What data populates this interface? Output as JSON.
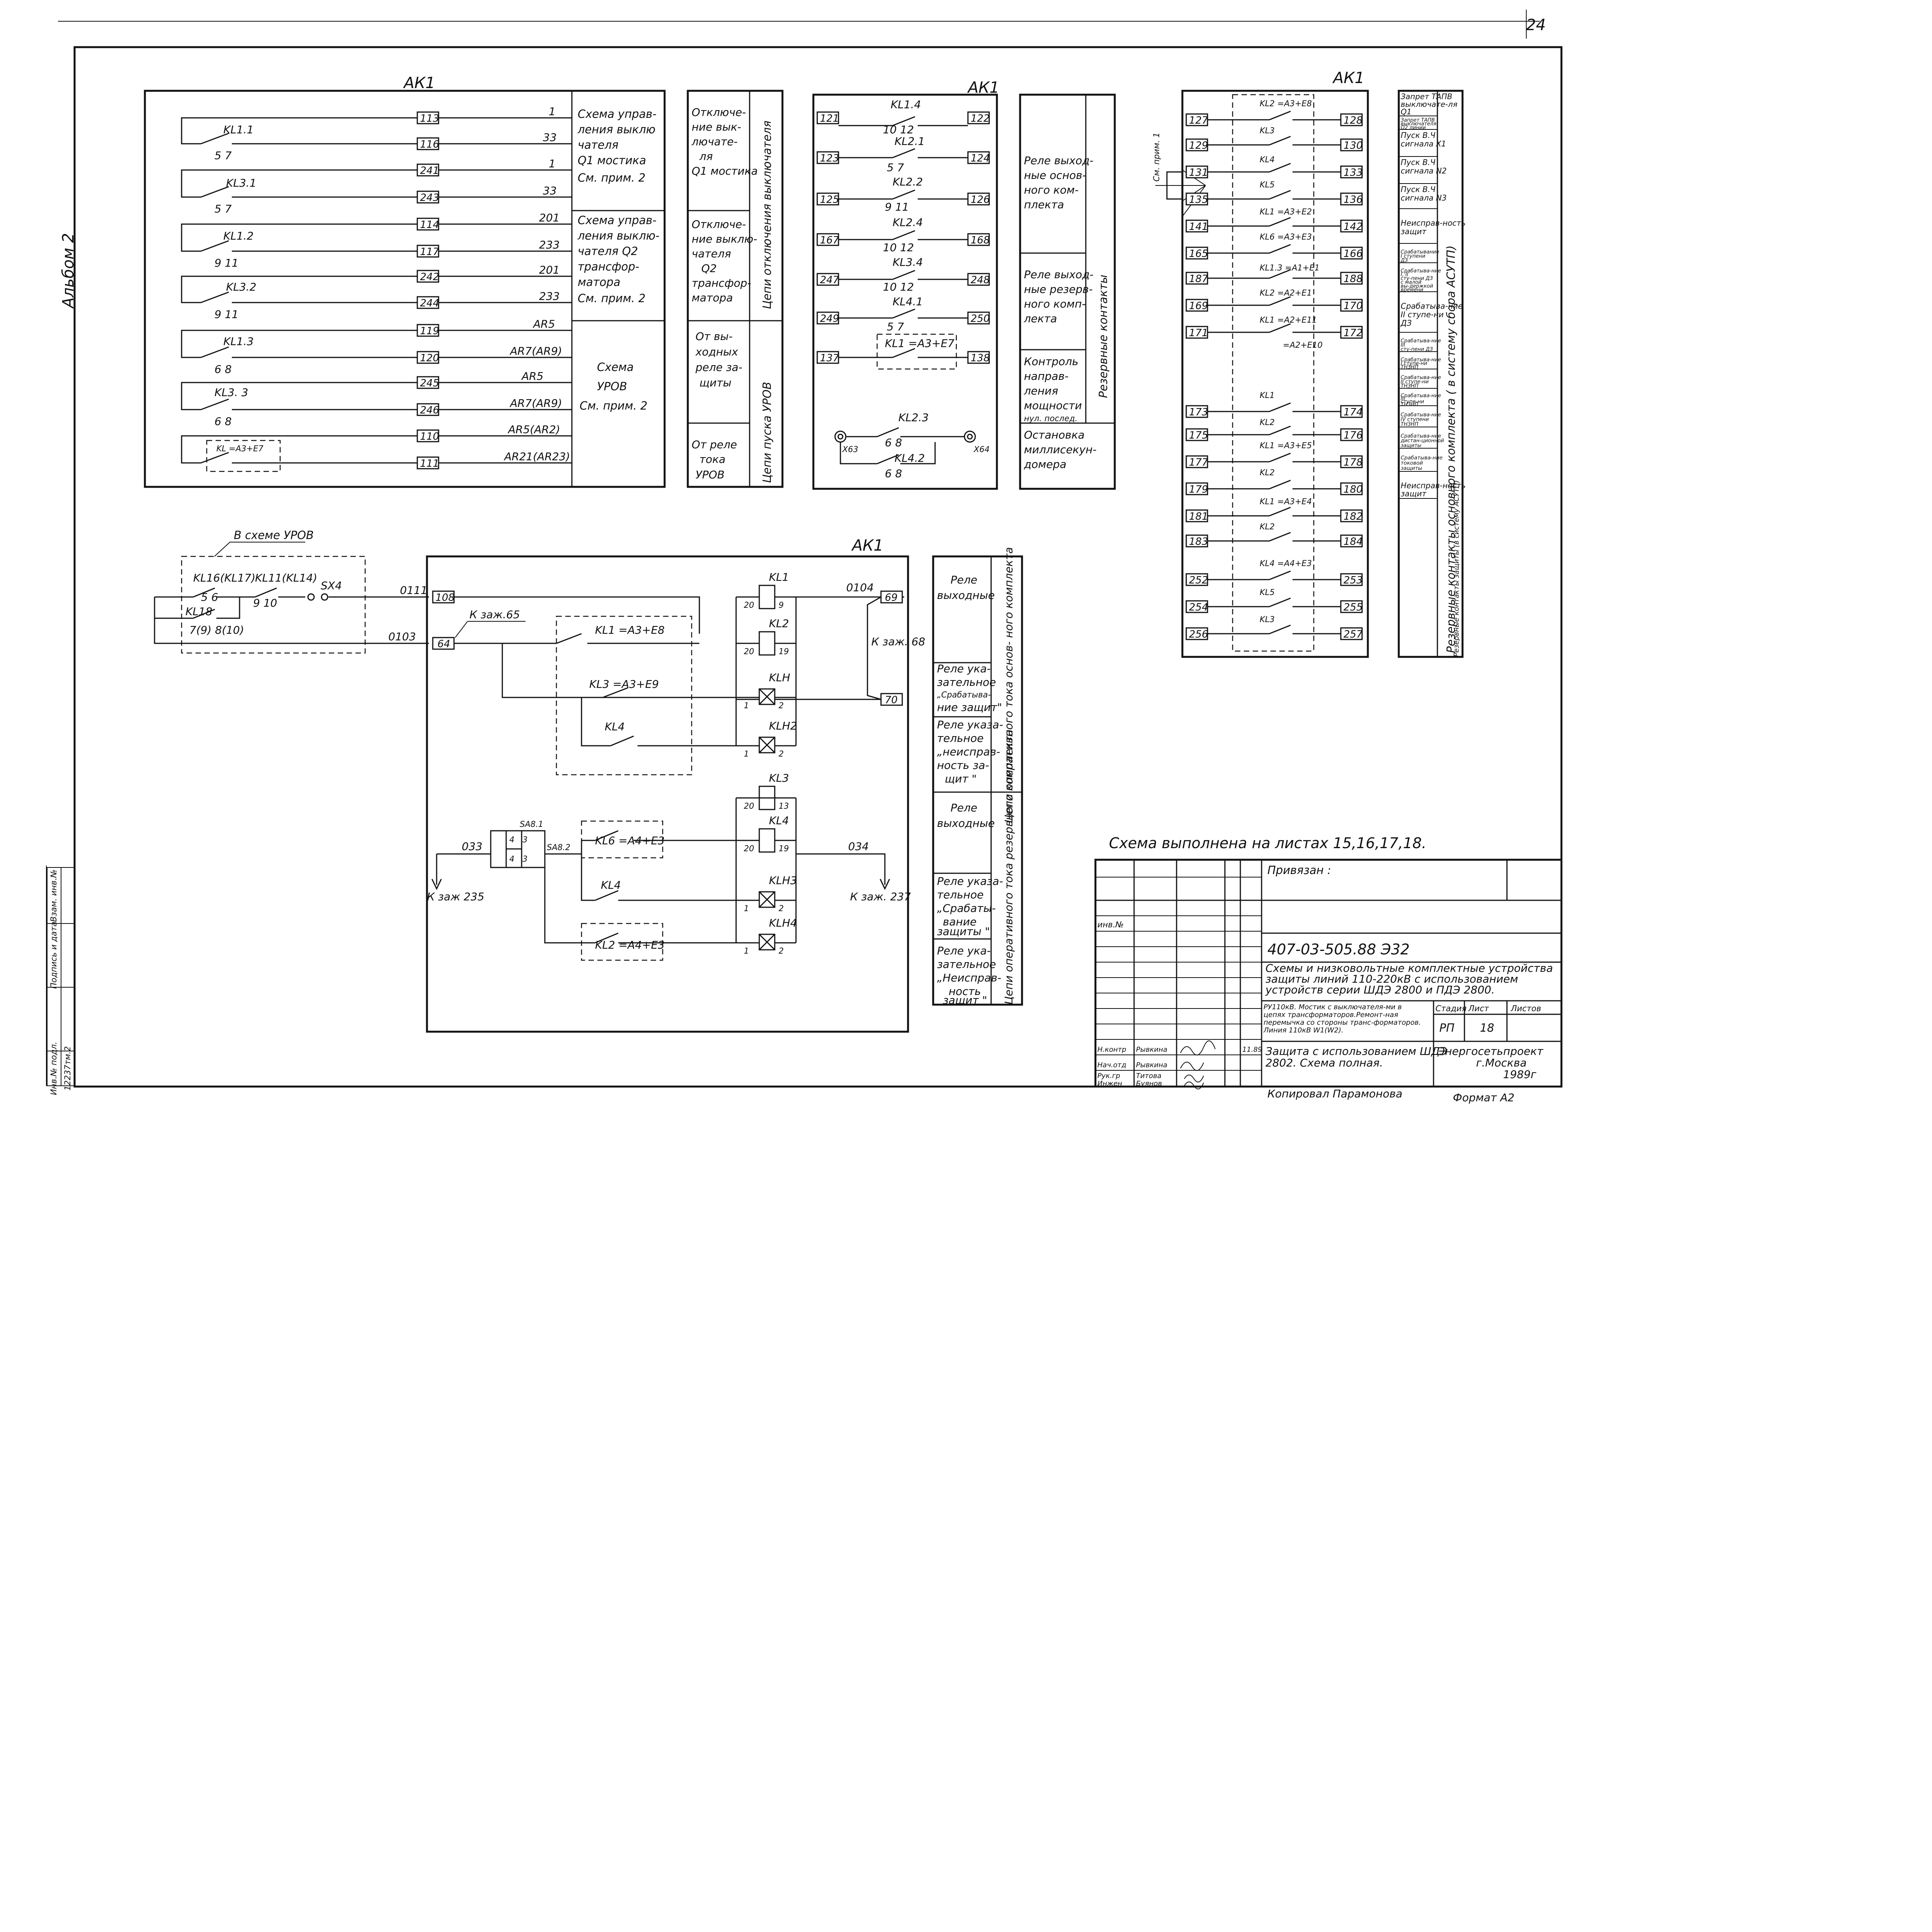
{
  "sheet": {
    "page_number": "24",
    "album": "Альбом 2",
    "note": "Схема выполнена на листах 15,16,17,18."
  },
  "block1": {
    "title": "АК1",
    "contacts": [
      {
        "label": "KL1.1",
        "pins": "5   7"
      },
      {
        "label": "KL3.1",
        "pins": "5   7"
      },
      {
        "label": "KL1.2",
        "pins": "9     11"
      },
      {
        "label": "KL3.2",
        "pins": "9   11"
      },
      {
        "label": "KL1.3",
        "pins": "6   8"
      },
      {
        "label": "KL3. 3",
        "pins": "6    8"
      },
      {
        "label": "KL  =A3+E7",
        "pins": ""
      }
    ],
    "terminals": [
      "113",
      "116",
      "241",
      "243",
      "114",
      "117",
      "242",
      "244",
      "119",
      "120",
      "245",
      "246",
      "110",
      "111"
    ],
    "wires": [
      "1",
      "33",
      "1",
      "33",
      "201",
      "233",
      "201",
      "233",
      "AR5",
      "AR7(AR9)",
      "AR5",
      "AR7(AR9)",
      "AR5(AR2)",
      "AR21(AR23)"
    ],
    "desc": [
      "Схема управ-",
      "ления выклю",
      "чателя",
      "Q1 мостика",
      "См. прим. 2",
      "Схема управ-",
      "ления выклю-",
      "чателя Q2",
      "трансфор-",
      "матора",
      "См. прим. 2",
      "Схема",
      "УРОВ",
      "См. прим. 2"
    ],
    "purpose": [
      "Отключе-",
      "ние вык-",
      "лючате-",
      "ля",
      "Q1 мостика",
      "Отключе-",
      "ние выклю-",
      "чателя",
      "Q2",
      "трансфор-",
      "матора",
      "От вы-",
      "ходных",
      "реле за-",
      "щиты",
      "От реле",
      "тока",
      "УРОВ"
    ],
    "vertical_1": "Цепи отключения выключателя",
    "vertical_2": "Цепи пуска УРОВ"
  },
  "block2": {
    "title": "АК1",
    "contacts": [
      {
        "label": "KL1.4",
        "pins": "10    12"
      },
      {
        "label": "KL2.1",
        "pins": "5    7"
      },
      {
        "label": "KL2.2",
        "pins": "9     11"
      },
      {
        "label": "KL2.4",
        "pins": "10    12"
      },
      {
        "label": "KL3.4",
        "pins": "10    12"
      },
      {
        "label": "KL4.1",
        "pins": "5    7"
      },
      {
        "label": "KL1  =A3+E7",
        "pins": ""
      }
    ],
    "terminals_left": [
      "121",
      "123",
      "125",
      "167",
      "247",
      "249",
      "137"
    ],
    "terminals_right": [
      "122",
      "124",
      "126",
      "168",
      "248",
      "250",
      "138"
    ],
    "bottom": {
      "kl23": "KL2.3",
      "kl42": "KL4.2",
      "p1": "6     8",
      "p2": "6     8",
      "x_left": "X63",
      "x_right": "X64"
    },
    "desc": [
      "Реле выход-",
      "ные основ-",
      "ного ком-",
      "плекта",
      "Реле выход-",
      "ные резерв-",
      "ного комп-",
      "лекта",
      "Контроль",
      "направ-",
      "ления",
      "мощности",
      "нул. послед.",
      "Остановка",
      "миллисекун-",
      "домера"
    ],
    "vertical": "Резервные контакты"
  },
  "block3": {
    "title": "АК1",
    "ref": "См. прим. 1",
    "terminals_left": [
      "127",
      "129",
      "131",
      "135",
      "141",
      "165",
      "187",
      "169",
      "171",
      "173",
      "175",
      "177",
      "179",
      "181",
      "183",
      "252",
      "254",
      "256"
    ],
    "terminals_right": [
      "128",
      "130",
      "133",
      "136",
      "142",
      "166",
      "188",
      "170",
      "172",
      "174",
      "176",
      "178",
      "180",
      "182",
      "184",
      "253",
      "255",
      "257"
    ],
    "contacts": [
      "KL2 =A3+E8",
      "KL3",
      "KL4",
      "KL5",
      "KL1  =A3+E2",
      "KL6 =A3+E3",
      "KL1.3 =A1+E1",
      "KL2  =A2+E1",
      "KL1  =A2+E11",
      "=A2+E10",
      "KL1",
      "KL2",
      "KL1  =A3+E5",
      "KL2",
      "KL1  =A3+E4",
      "KL2",
      "KL4  =A4+E3",
      "KL5",
      "KL3"
    ],
    "desc": [
      "Запрет ТАПВ выключате-ля Q1",
      "Запрет ТАПВ выключателя Q2 линии",
      "Пуск В.Ч сигнала Х1",
      "Пуск В.Ч сигнала N2",
      "Пуск В.Ч сигнала N3",
      "Неисправ-ность защит",
      "Срабатывание I ступени ДЗ",
      "Срабатыва-ние I, II сту-пени ДЗ с малой вы-держкой времени",
      "Срабатыва-ние II ступе-ни ДЗ",
      "Срабатыва-ние III сту-пени ДЗ",
      "Срабатыва-ние I ступе-ни ТНЗНП",
      "Срабатыва-ние II ступе-ни ТНЗНП",
      "Срабатыва-ние III ступе-ни ТНЗНП",
      "Срабатыва-ние IV ступени ТНЗНП",
      "Срабатыва-ние дистан-ционной защиты",
      "Срабатыва-ние токовой защиты",
      "Неисправ-ность защит"
    ],
    "vertical": "Резервные контакты основного комплекта ( в систему сбора АСУТП)",
    "vertical_small": "Резервные контакты защиты (в систему АСУТП)"
  },
  "block4": {
    "uroV_label": "В схеме УРОВ",
    "left_contacts": {
      "a": "KL16(KL17)",
      "b": "KL11(KL14)",
      "c": "KL18",
      "sx": "SX4",
      "p1": "5   6",
      "p2": "9      10",
      "p3": "7(9)    8(10)"
    },
    "wires": {
      "w111": "0111",
      "w103": "0103",
      "w104": "0104",
      "w33": "033",
      "w34": "034"
    },
    "terminals": {
      "t108": "108",
      "t64": "64",
      "t69": "69",
      "t70": "70"
    },
    "k_zazh_65": "К заж.65",
    "k_zazh_68": "К заж. 68",
    "k_zazh_235": "К заж 235",
    "k_zazh_237": "К заж. 237",
    "title": "АК1",
    "contacts": [
      {
        "label": "KL1  =A3+E8"
      },
      {
        "label": "KL3  =A3+E9"
      },
      {
        "label": "KL4"
      },
      {
        "label": "KL6    =A4+E3"
      },
      {
        "label": "KL4"
      },
      {
        "label": "KL2     =A4+E3"
      }
    ],
    "coils": [
      {
        "name": "KL1",
        "p1": "20",
        "p2": "9"
      },
      {
        "name": "KL2",
        "p1": "20",
        "p2": "19"
      },
      {
        "name": "KLH",
        "p1": "1",
        "p2": "2"
      },
      {
        "name": "KLH2",
        "p1": "1",
        "p2": "2"
      },
      {
        "name": "KL3",
        "p1": "20",
        "p2": "13"
      },
      {
        "name": "KL4",
        "p1": "20",
        "p2": "19"
      },
      {
        "name": "KLH3",
        "p1": "1",
        "p2": "2"
      },
      {
        "name": "KLH4",
        "p1": "1",
        "p2": "2"
      }
    ],
    "sa81": "SA8.1",
    "sa82": "SA8.2",
    "sa_pins": [
      "4",
      "3",
      "4",
      "3"
    ],
    "desc": [
      "Реле",
      "выходные",
      "Реле ука-",
      "зательное",
      "„Срабатыва-",
      "ние защит\"",
      "Реле указа-",
      "тельное",
      "„неиспрaв-",
      "ность за-",
      "щит \"",
      "Реле",
      "выходные",
      "Реле указа-",
      "тельное",
      "„Срабаты-",
      "вание",
      "защиты \"",
      "Реле ука-",
      "зательное",
      "„Неиспрaв-",
      "ность",
      "защит \""
    ],
    "vertical_1": "Цепи оперативного тока основ- ного комплекта",
    "vertical_2": "Цепи оперативного тока резервного комплекта"
  },
  "title_block": {
    "privyazan": "Привязан :",
    "inv_no": "инв.№",
    "doc_code": "407-03-505.88        Э32",
    "description": "Схемы и низковольтные комплектные устройства защиты линий 110-220кВ с использованием устройств серии ШДЭ 2800 и ПДЭ 2800.",
    "sub_description": "РУ110кВ. Мостик с выключателя-ми в цепях трансформаторов.Ремонт-ная перемычка со стороны транс-форматоров. Линия 110кВ W1(W2).",
    "stage_h": "Стадия",
    "sheet_h": "Лист",
    "sheets_h": "Листов",
    "stage": "РП",
    "sheet": "18",
    "drawing_title": "Защита с использованием ШДЭ 2802. Схема полная.",
    "org": "Энергосетьпроект",
    "city": "г.Москва",
    "year": "1989г",
    "copied": "Копировал  Парамонова",
    "format": "Формат А2",
    "roles": [
      {
        "role": "Н.контр",
        "name": "Рывкина"
      },
      {
        "role": "Нач.отд",
        "name": "Рывкина"
      },
      {
        "role": "Рук.гр",
        "name": "Титова"
      },
      {
        "role": "Инжен",
        "name": "Буянов"
      }
    ],
    "date": "11.89",
    "side_stamps": [
      "Взам. инв.№",
      "Подпись и дата",
      "Инв.№ подл.",
      "12237тм.2"
    ]
  }
}
